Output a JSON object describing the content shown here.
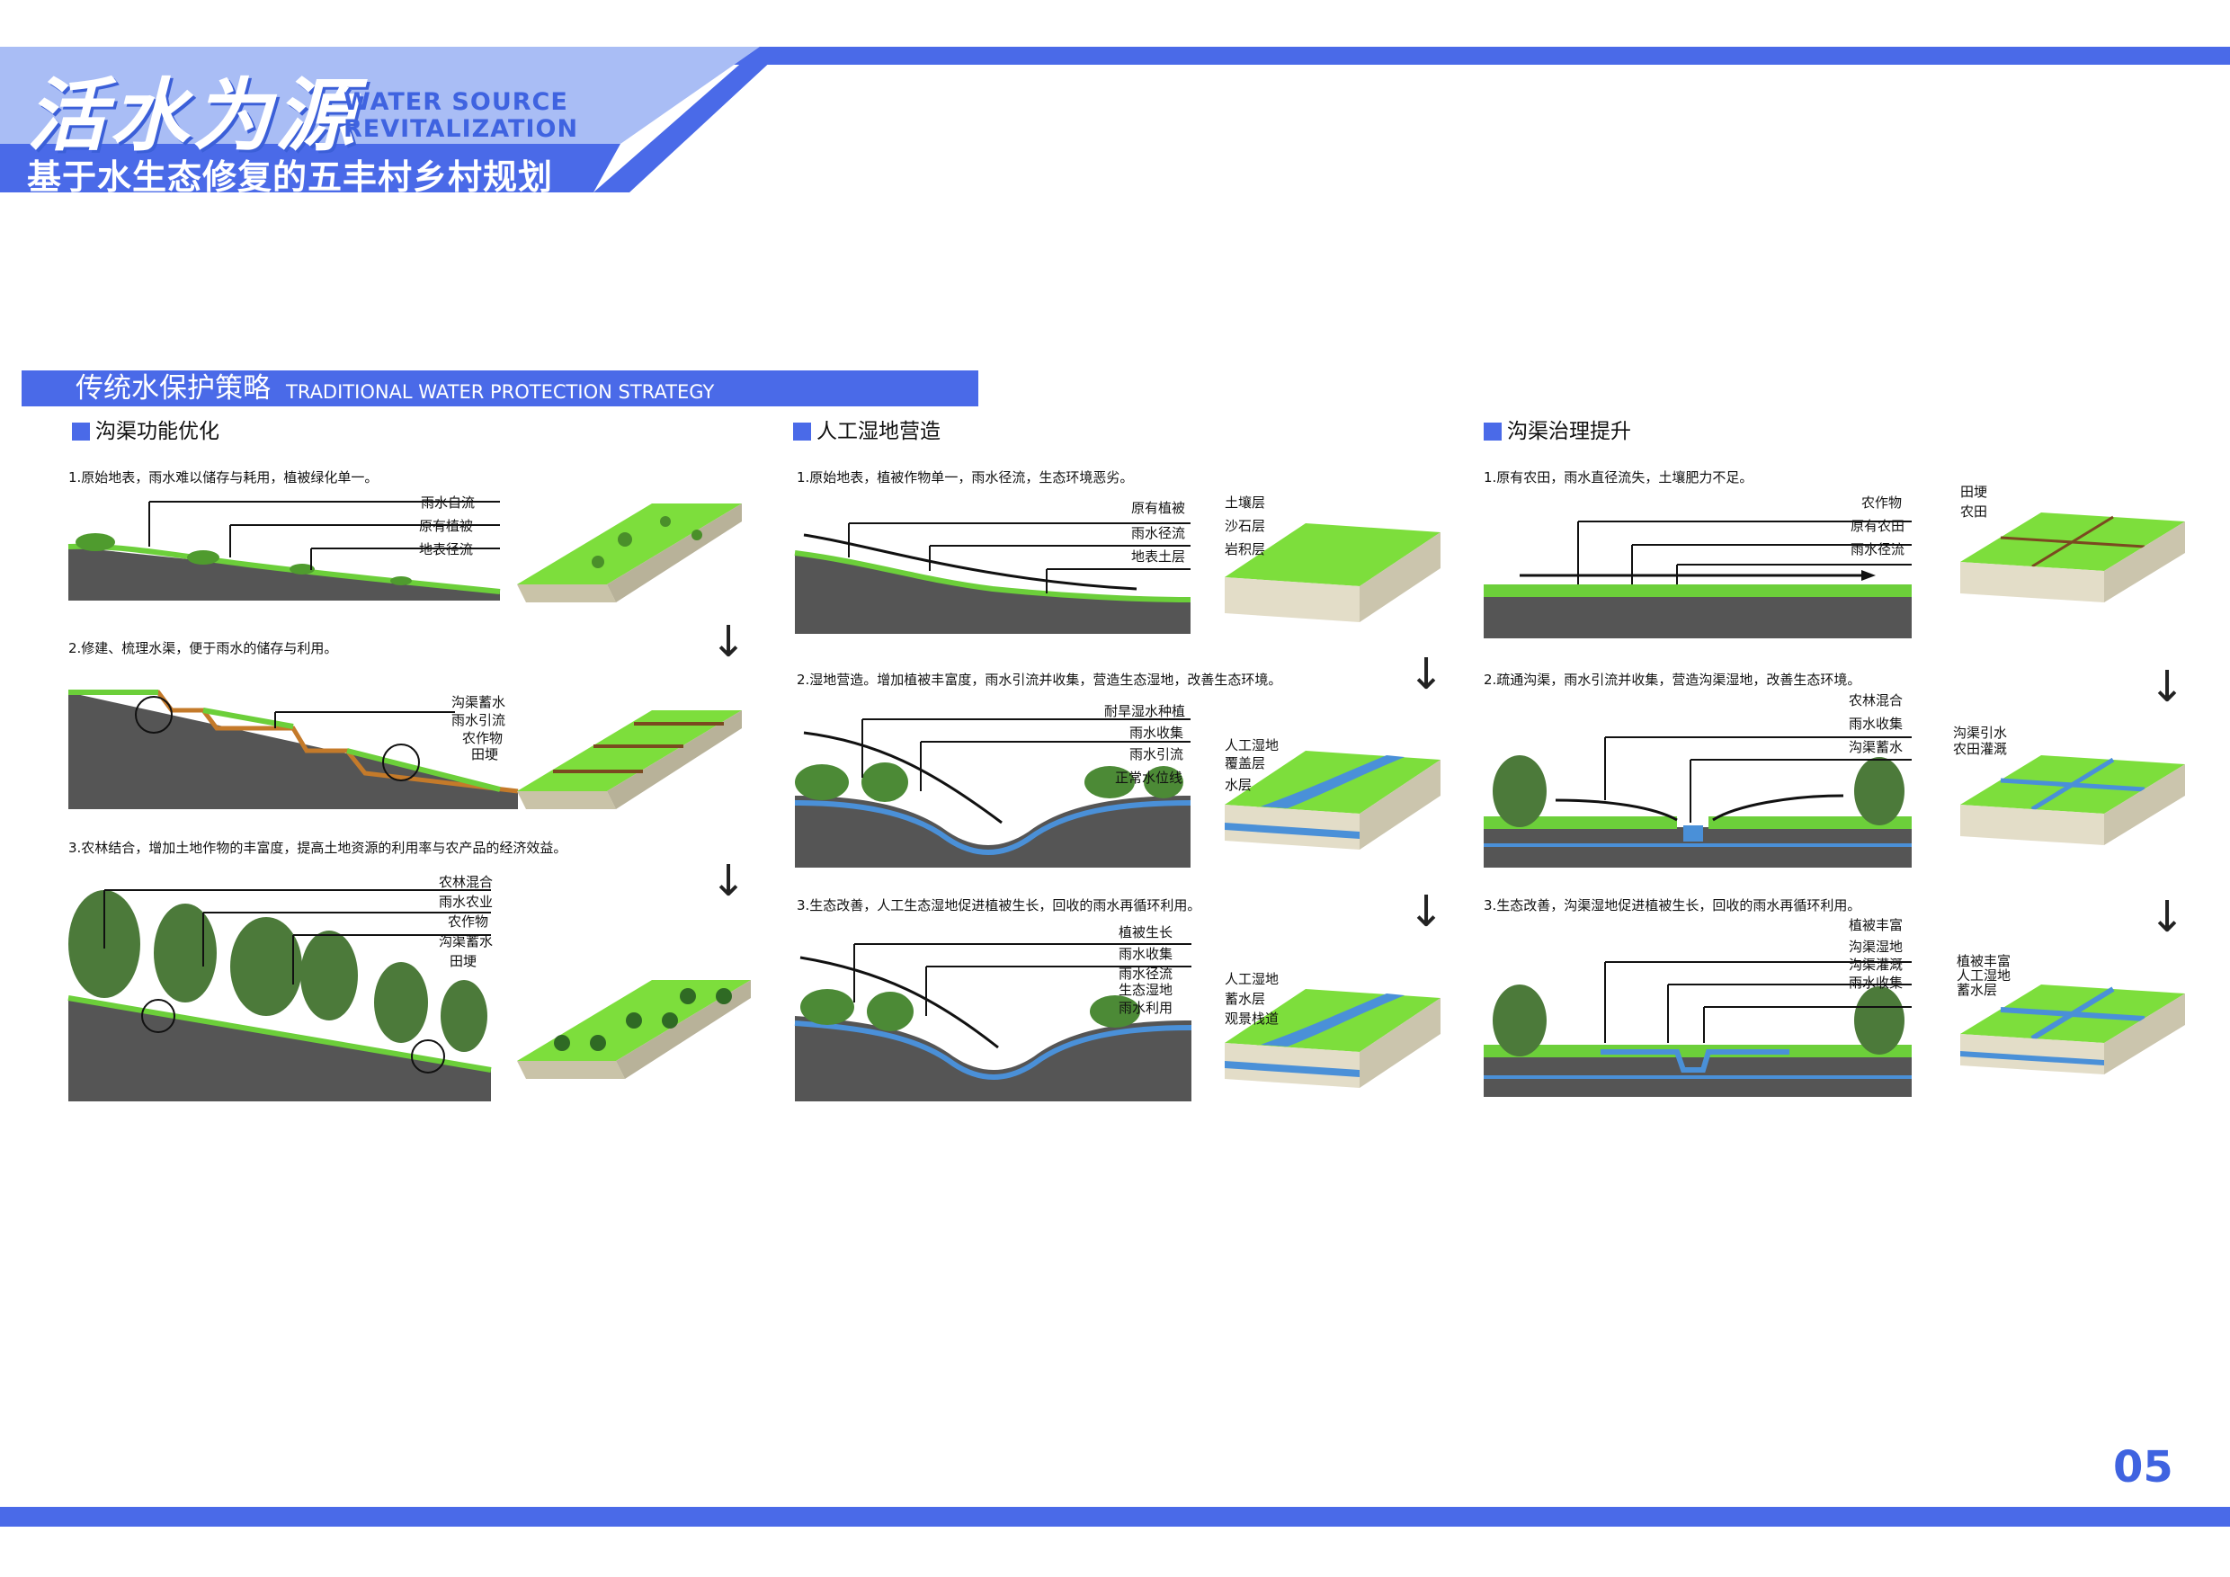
{
  "header": {
    "logo_cn": "活水为源",
    "logo_en_line1": "WATER SOURCE",
    "logo_en_line2": "REVITALIZATION",
    "title": "基于水生态修复的五丰村乡村规划"
  },
  "section": {
    "title_cn": "传统水保护策略",
    "title_en": "TRADITIONAL WATER PROTECTION STRATEGY"
  },
  "colors": {
    "accent": "#4a6ae8",
    "light_accent": "#a9bdf5",
    "grass": "#6ccf3a",
    "soil": "#555555",
    "water": "#4a90d8"
  },
  "columns": [
    {
      "title": "沟渠功能优化",
      "steps": [
        {
          "caption": "1.原始地表，雨水难以储存与耗用，植被绿化单一。",
          "labels": [
            "雨水自流",
            "原有植被",
            "地表径流"
          ]
        },
        {
          "caption": "2.修建、梳理水渠，便于雨水的储存与利用。",
          "labels": [
            "沟渠蓄水",
            "雨水引流",
            "农作物",
            "田埂"
          ]
        },
        {
          "caption": "3.农林结合，增加土地作物的丰富度，提高土地资源的利用率与农产品的经济效益。",
          "labels": [
            "农林混合",
            "雨水农业",
            "农作物",
            "沟渠蓄水",
            "田埂"
          ]
        }
      ]
    },
    {
      "title": "人工湿地营造",
      "steps": [
        {
          "caption": "1.原始地表，植被作物单一，雨水径流，生态环境恶劣。",
          "labels": [
            "原有植被",
            "雨水径流",
            "地表土层"
          ],
          "block_labels": [
            "土壤层",
            "沙石层",
            "岩积层"
          ]
        },
        {
          "caption": "2.湿地营造。增加植被丰富度，雨水引流并收集，营造生态湿地，改善生态环境。",
          "labels": [
            "耐旱湿水种植",
            "雨水收集",
            "雨水引流",
            "正常水位线"
          ],
          "block_labels": [
            "人工湿地",
            "覆盖层",
            "水层"
          ]
        },
        {
          "caption": "3.生态改善，人工生态湿地促进植被生长，回收的雨水再循环利用。",
          "labels": [
            "植被生长",
            "雨水收集",
            "雨水径流",
            "生态湿地",
            "雨水利用"
          ],
          "block_labels": [
            "人工湿地",
            "蓄水层",
            "观景栈道"
          ]
        }
      ]
    },
    {
      "title": "沟渠治理提升",
      "steps": [
        {
          "caption": "1.原有农田，雨水直径流失，土壤肥力不足。",
          "labels": [
            "农作物",
            "原有农田",
            "雨水径流"
          ],
          "block_labels": [
            "田埂",
            "农田"
          ]
        },
        {
          "caption": "2.疏通沟渠，雨水引流并收集，营造沟渠湿地，改善生态环境。",
          "labels": [
            "农林混合",
            "雨水收集",
            "沟渠蓄水"
          ],
          "block_labels": [
            "沟渠引水",
            "农田灌溉"
          ]
        },
        {
          "caption": "3.生态改善，沟渠湿地促进植被生长，回收的雨水再循环利用。",
          "labels": [
            "植被丰富",
            "沟渠湿地",
            "沟渠灌溉",
            "雨水收集"
          ],
          "block_labels": [
            "植被丰富",
            "人工湿地",
            "蓄水层"
          ]
        }
      ]
    }
  ],
  "page_number": "05"
}
